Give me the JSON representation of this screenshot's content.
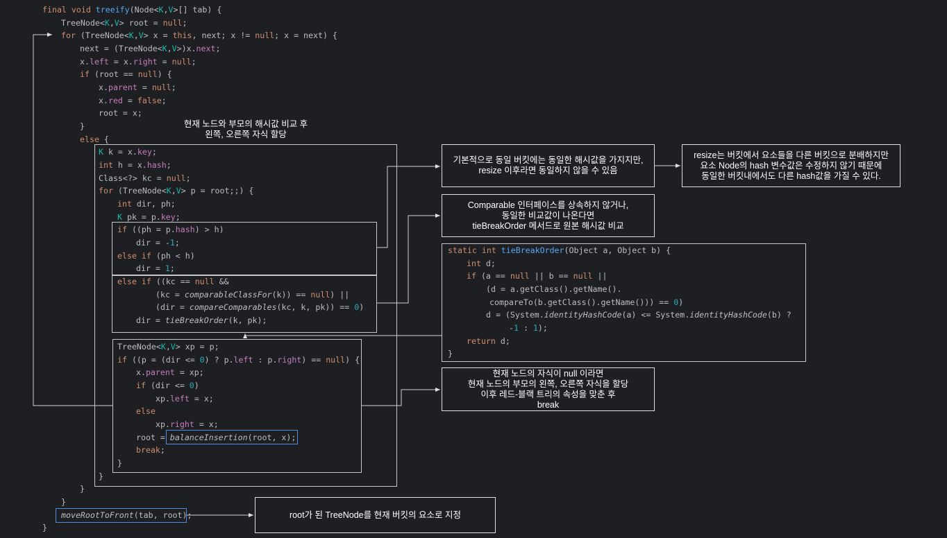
{
  "code": {
    "l1": {
      "a": "final void ",
      "b": "treeify",
      "c": "(Node<",
      "d": "K",
      "e": ",",
      "f": "V",
      "g": ">[] tab) {"
    },
    "l2": {
      "a": "TreeNode<",
      "b": "K",
      "c": ",",
      "d": "V",
      "e": "> root = ",
      "f": "null",
      "g": ";"
    },
    "l3": {
      "a": "for",
      " b": " (TreeNode<",
      "c": "K",
      "d": ",",
      "e": "V",
      "f": "> x = ",
      "g": "this",
      ",h": ", next; x != ",
      "i": "null",
      "j": "; x = next) {"
    },
    "l4": {
      "a": "next = (TreeNode<",
      "b": "K",
      "c": ",",
      "d": "V",
      "e": ">)x.",
      "f": "next",
      "g": ";"
    },
    "l5": {
      "a": "x.",
      "b": "left",
      " c": " = x.",
      "d": "right",
      "e": " = ",
      "f": "null",
      "g": ";"
    },
    "l6": {
      "a": "if",
      " b": " (root == ",
      "c": "null",
      "d": ") {"
    },
    "l7": {
      "a": "x.",
      "b": "parent",
      "c": " = ",
      "d": "null",
      "e": ";"
    },
    "l8": {
      "a": "x.",
      "b": "red",
      "c": " = ",
      "d": "false",
      "e": ";"
    },
    "l9": {
      "a": "root = x;"
    },
    "l10": {
      "a": "}"
    },
    "l11": {
      "a": "else",
      " b": " {"
    },
    "l12": {
      "a": "K",
      " b": " k = x.",
      "c": "key",
      "d": ";"
    },
    "l13": {
      "a": "int",
      " b": " h = x.",
      "c": "hash",
      "d": ";"
    },
    "l14": {
      "a": "Class<?> kc = ",
      "b": "null",
      "c": ";"
    },
    "l15": {
      "a": "for",
      " b": " (TreeNode<",
      "c": "K",
      "d": ",",
      "e": "V",
      "f": "> p = root;;) {"
    },
    "l16": {
      "a": "int",
      " b": " dir, ph;"
    },
    "l17": {
      "a": "K",
      " b": " pk = p.",
      "c": "key",
      "d": ";"
    },
    "l18": {
      "a": "if",
      " b": " ((ph = p.",
      "c": "hash",
      "d": ") > h)"
    },
    "l19": {
      "a": "dir = -",
      "b": "1",
      "c": ";"
    },
    "l20": {
      "a": "else if",
      " b": " (ph < h)"
    },
    "l21": {
      "a": "dir = ",
      "b": "1",
      "c": ";"
    },
    "l22": {
      "a": "else if",
      " b": " ((kc == ",
      "c": "null",
      " d": " &&"
    },
    "l23": {
      "a": "(kc = ",
      "b": "comparableClassFor",
      "c": "(k)) == ",
      "d": "null",
      "e": ") ||"
    },
    "l24": {
      "a": "(dir = ",
      "b": "compareComparables",
      "c": "(kc, k, pk)) == ",
      "d": "0",
      "e": ")"
    },
    "l25": {
      "a": "dir = ",
      "b": "tieBreakOrder",
      "c": "(k, pk);"
    },
    "l26": {
      "a": "TreeNode<",
      "b": "K",
      "c": ",",
      "d": "V",
      "e": "> xp = p;"
    },
    "l27": {
      "a": "if",
      " b": " ((p = (dir <= ",
      "c": "0",
      "d": ") ? p.",
      "e": "left",
      "f": " : p.",
      "g": "right",
      "h": ") == ",
      "i": "null",
      "j": ") {"
    },
    "l28": {
      "a": "x.",
      "b": "parent",
      "c": " = xp;"
    },
    "l29": {
      "a": "if",
      " b": " (dir <= ",
      "c": "0",
      "d": ")"
    },
    "l30": {
      "a": "xp.",
      "b": "left",
      "c": " = x;"
    },
    "l31": {
      "a": "else"
    },
    "l32": {
      "a": "xp.",
      "b": "right",
      "c": " = x;"
    },
    "l33": {
      "a": "root = ",
      "b": "balanceInsertion",
      "c": "(root, x);"
    },
    "l34": {
      "a": "break",
      " b": ";"
    },
    "l35": {
      "a": "}"
    },
    "l36": {
      "a": "}"
    },
    "l37": {
      "a": "}"
    },
    "l38": {
      "a": "}"
    },
    "l39": {
      "a": "moveRootToFront",
      "b": "(tab, root);"
    },
    "l40": {
      "a": "}"
    }
  },
  "tbo": {
    "l1": {
      "a": "static int ",
      "b": "tieBreakOrder",
      "c": "(Object a, Object b) {"
    },
    "l2": {
      "a": "int",
      " b": " d;"
    },
    "l3": {
      "a": "if",
      " b": " (a == ",
      "c": "null",
      " d": " || b == ",
      "e": "null",
      " f": " ||"
    },
    "l4": {
      "a": "(d = a.getClass().getName()."
    },
    "l5": {
      "a": "compareTo(b.getClass().getName())) == ",
      "b": "0",
      "c": ")"
    },
    "l6": {
      "a": "d = (System.",
      "b": "identityHashCode",
      "c": "(a) <= System.",
      "d": "identityHashCode",
      "e": "(b) ?"
    },
    "l7": {
      "a": "-",
      "b": "1",
      " c": " : ",
      "d": "1",
      "e": ");"
    },
    "l8": {
      "a": "return",
      " b": " d;"
    },
    "l9": {
      "a": "}"
    }
  },
  "notes": {
    "compare_label": [
      "현재 노드와 부모의 해시값 비교 후",
      "왼쪽, 오른쪽 자식 할당"
    ],
    "hash_same": [
      "기본적으로 동일 버킷에는 동일한 해시값을 가지지만,",
      "resize 이후라면 동일하지 않을 수 있음"
    ],
    "resize": [
      "resize는 버킷에서 요소들을 다른 버킷으로 분배하지만",
      "요소 Node의 hash 변수값은 수정하지 않기 때문에",
      "동일한 버킷내에서도 다른 hash값을 가질 수 있다."
    ],
    "comparable": [
      "Comparable 인터페이스를 상속하지 않거나,",
      "동일한 비교값이 나온다면",
      "tieBreakOrder 메서드로 원본 해시값 비교"
    ],
    "null_child": [
      "현재 노드의 자식이 null 이라면",
      "현재 노드의 부모의 왼쪽, 오른쪽 자식을 할당",
      "이후 레드-블랙 트리의 속성을 맞춘 후",
      "break"
    ],
    "root_front": [
      "root가 된 TreeNode를 현재 버킷의 요소로 지정"
    ]
  },
  "colors": {
    "background": "#1e1f22",
    "text": "#bcbec4",
    "keyword": "#cf8e6d",
    "field": "#c77dbb",
    "function": "#56a8f5",
    "type_param": "#16baac",
    "number": "#2aacb8",
    "highlight_box": "#4a90d9"
  }
}
